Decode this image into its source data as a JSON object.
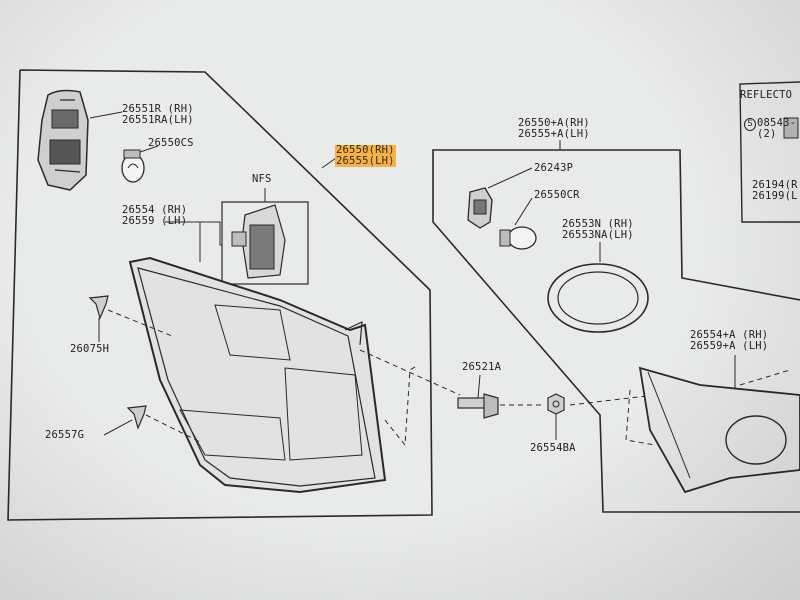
{
  "labels": {
    "p26551": "26551R (RH)\n26551RA(LH)",
    "p26550cs": "26550CS",
    "p26550_hl": "26550(RH)\n26555(LH)",
    "nfs": "NFS",
    "p26554": "26554 (RH)\n26559 (LH)",
    "p26075h": "26075H",
    "p26557g": "26557G",
    "p26550a": "26550+A(RH)\n26555+A(LH)",
    "p26243p": "26243P",
    "p26550cr": "26550CR",
    "p26553n": "26553N (RH)\n26553NA(LH)",
    "p26554a": "26554+A (RH)\n26559+A (LH)",
    "p26521a": "26521A",
    "p26554ba": "26554BA",
    "reflector": "REFLECTO",
    "p08543": "08543-\n(2)",
    "p08543_sym": "S",
    "p26194": "26194(R\n26199(L"
  },
  "colors": {
    "ink": "#2a2a2a",
    "paper": "#e9eaea",
    "highlight": "#f3b24a"
  }
}
